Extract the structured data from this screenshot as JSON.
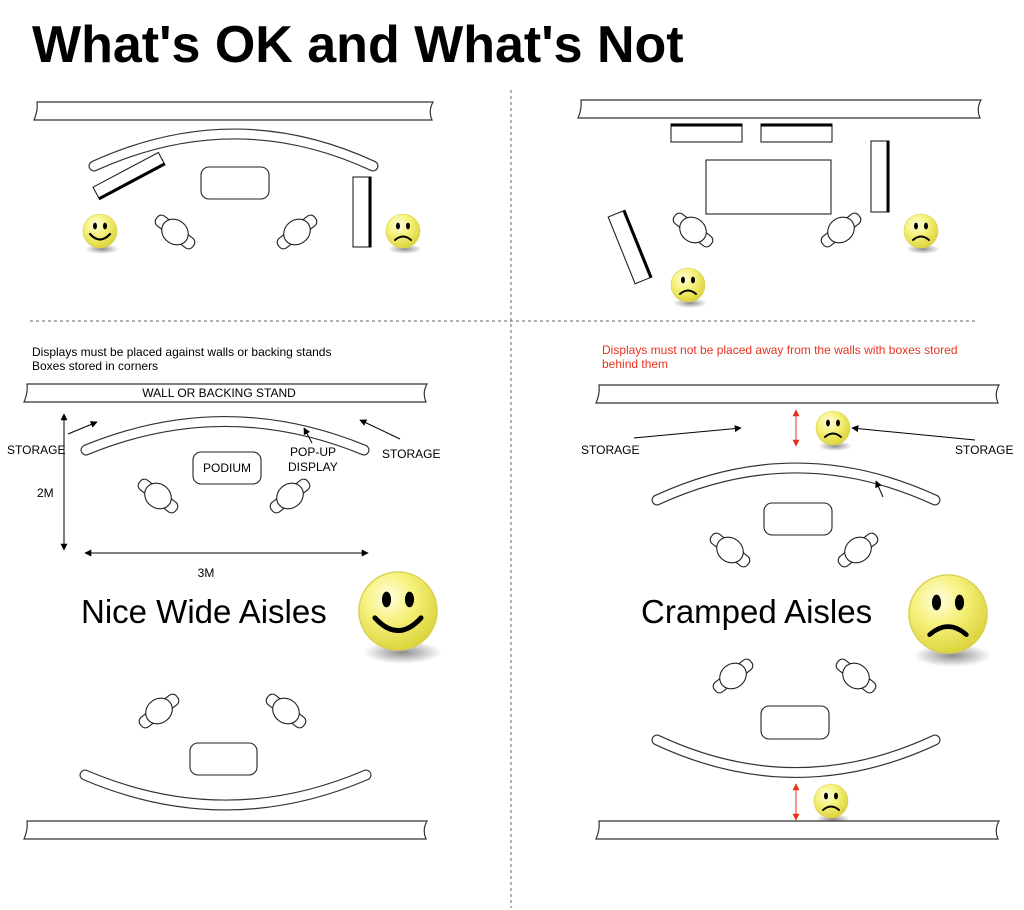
{
  "title": "What's OK and What's Not",
  "left_note": {
    "line1": "Displays must be placed against walls or backing stands",
    "line2": "Boxes stored in corners"
  },
  "right_note": {
    "line1": "Displays must not be placed away from the walls with boxes stored",
    "line2": "behind them"
  },
  "labels": {
    "wall_or_backing_stand": "WALL OR BACKING STAND",
    "storage": "STORAGE",
    "podium": "PODIUM",
    "popup_line1": "POP-UP",
    "popup_line2": "DISPLAY",
    "dimension_height": "2M",
    "dimension_width": "3M"
  },
  "captions": {
    "good": "Nice Wide Aisles",
    "bad": "Cramped Aisles"
  },
  "colors": {
    "warning_text": "#e8321e",
    "smiley_fill": "#f2ee6a",
    "smiley_highlight": "#fffde0"
  }
}
